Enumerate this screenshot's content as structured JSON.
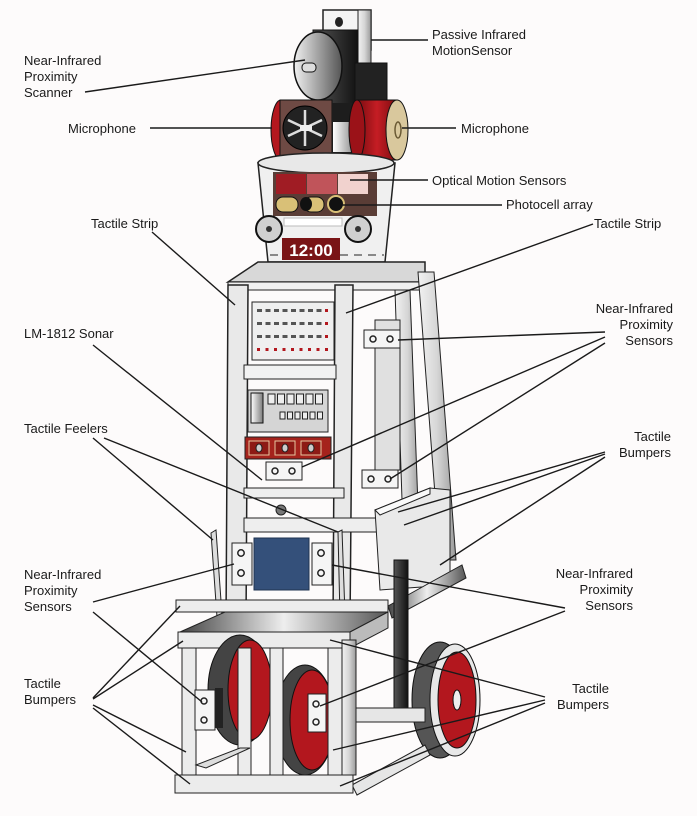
{
  "diagram": {
    "subject": "Sensor robot",
    "clock_display": "12:00",
    "colors": {
      "red": "#b3171e",
      "dark": "#2a2a2a",
      "frame": "#e4e4e4",
      "outline": "#222222",
      "clock_bg": "#7a1416",
      "blue_box": "#34507a",
      "brown": "#6e4a44"
    },
    "labels": [
      {
        "id": "nir-scanner",
        "text": "Near-Infrared\nProximity\nScanner"
      },
      {
        "id": "pir-sensor",
        "text": "Passive Infrared\nMotionSensor"
      },
      {
        "id": "mic-left",
        "text": "Microphone"
      },
      {
        "id": "mic-right",
        "text": "Microphone"
      },
      {
        "id": "optical-motion",
        "text": "Optical Motion Sensors"
      },
      {
        "id": "photocell",
        "text": "Photocell array"
      },
      {
        "id": "tactile-strip-left",
        "text": "Tactile Strip"
      },
      {
        "id": "tactile-strip-right",
        "text": "Tactile Strip"
      },
      {
        "id": "sonar",
        "text": "LM-1812 Sonar"
      },
      {
        "id": "nir-sensors-upper-right",
        "text": "Near-Infrared\nProximity\nSensors"
      },
      {
        "id": "tactile-feelers",
        "text": "Tactile Feelers"
      },
      {
        "id": "tactile-bumpers-upper-right",
        "text": "Tactile\nBumpers"
      },
      {
        "id": "nir-sensors-left",
        "text": "Near-Infrared\nProximity\nSensors"
      },
      {
        "id": "nir-sensors-lower-right",
        "text": "Near-Infrared\nProximity\nSensors"
      },
      {
        "id": "tactile-bumpers-left",
        "text": "Tactile\nBumpers"
      },
      {
        "id": "tactile-bumpers-lower-right",
        "text": "Tactile\nBumpers"
      }
    ]
  }
}
